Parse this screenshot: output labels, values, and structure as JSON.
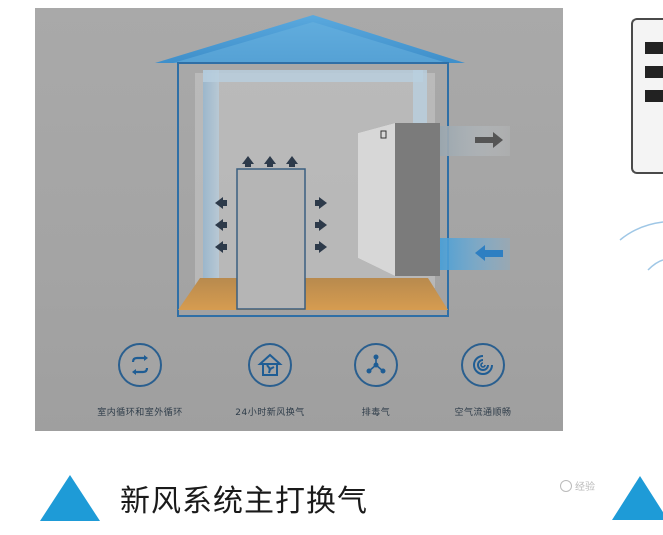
{
  "features": [
    {
      "icon": "circulation-arrows-icon",
      "label": "室内循环和室外循环"
    },
    {
      "icon": "house-fan-icon",
      "label": "24小时新风换气"
    },
    {
      "icon": "exhaust-fan-icon",
      "label": "排毒气"
    },
    {
      "icon": "airflow-swirl-icon",
      "label": "空气流通顺畅"
    }
  ],
  "caption": {
    "title": "新风系统主打换气"
  },
  "watermark": {
    "text": "经验"
  },
  "colors": {
    "accent_blue": "#1e9bd7",
    "roof_blue": "#4a9fd6",
    "panel_gray": "#a6a6a6",
    "floor_wood": "#c9944a"
  }
}
